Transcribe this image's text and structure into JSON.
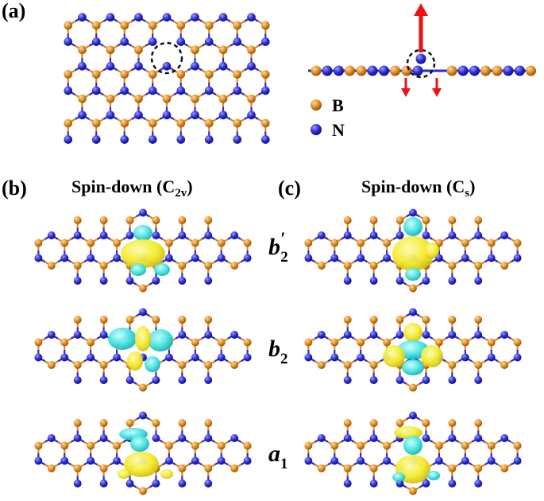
{
  "panels": {
    "a": {
      "label": "(a)"
    },
    "b": {
      "label": "(b)",
      "title_main": "Spin-down (C",
      "title_sub": "2v",
      "title_end": ")"
    },
    "c": {
      "label": "(c)",
      "title_main": "Spin-down (C",
      "title_sub": "s",
      "title_end": ")"
    }
  },
  "legend": [
    {
      "symbol": "B",
      "color": "#e08a1e"
    },
    {
      "symbol": "N",
      "color": "#2a2ad6"
    }
  ],
  "orbitals": [
    {
      "base": "b",
      "prime": "′",
      "sub": "2"
    },
    {
      "base": "b",
      "prime": "",
      "sub": "2"
    },
    {
      "base": "a",
      "prime": "",
      "sub": "1"
    }
  ],
  "colors": {
    "boron": "#e08a1e",
    "nitrogen": "#2a2ad6",
    "isosurface_positive": "#f2ea2a",
    "isosurface_negative": "#3fe0de",
    "arrow": "#ee1111",
    "vacancy_circle": "#111111"
  }
}
